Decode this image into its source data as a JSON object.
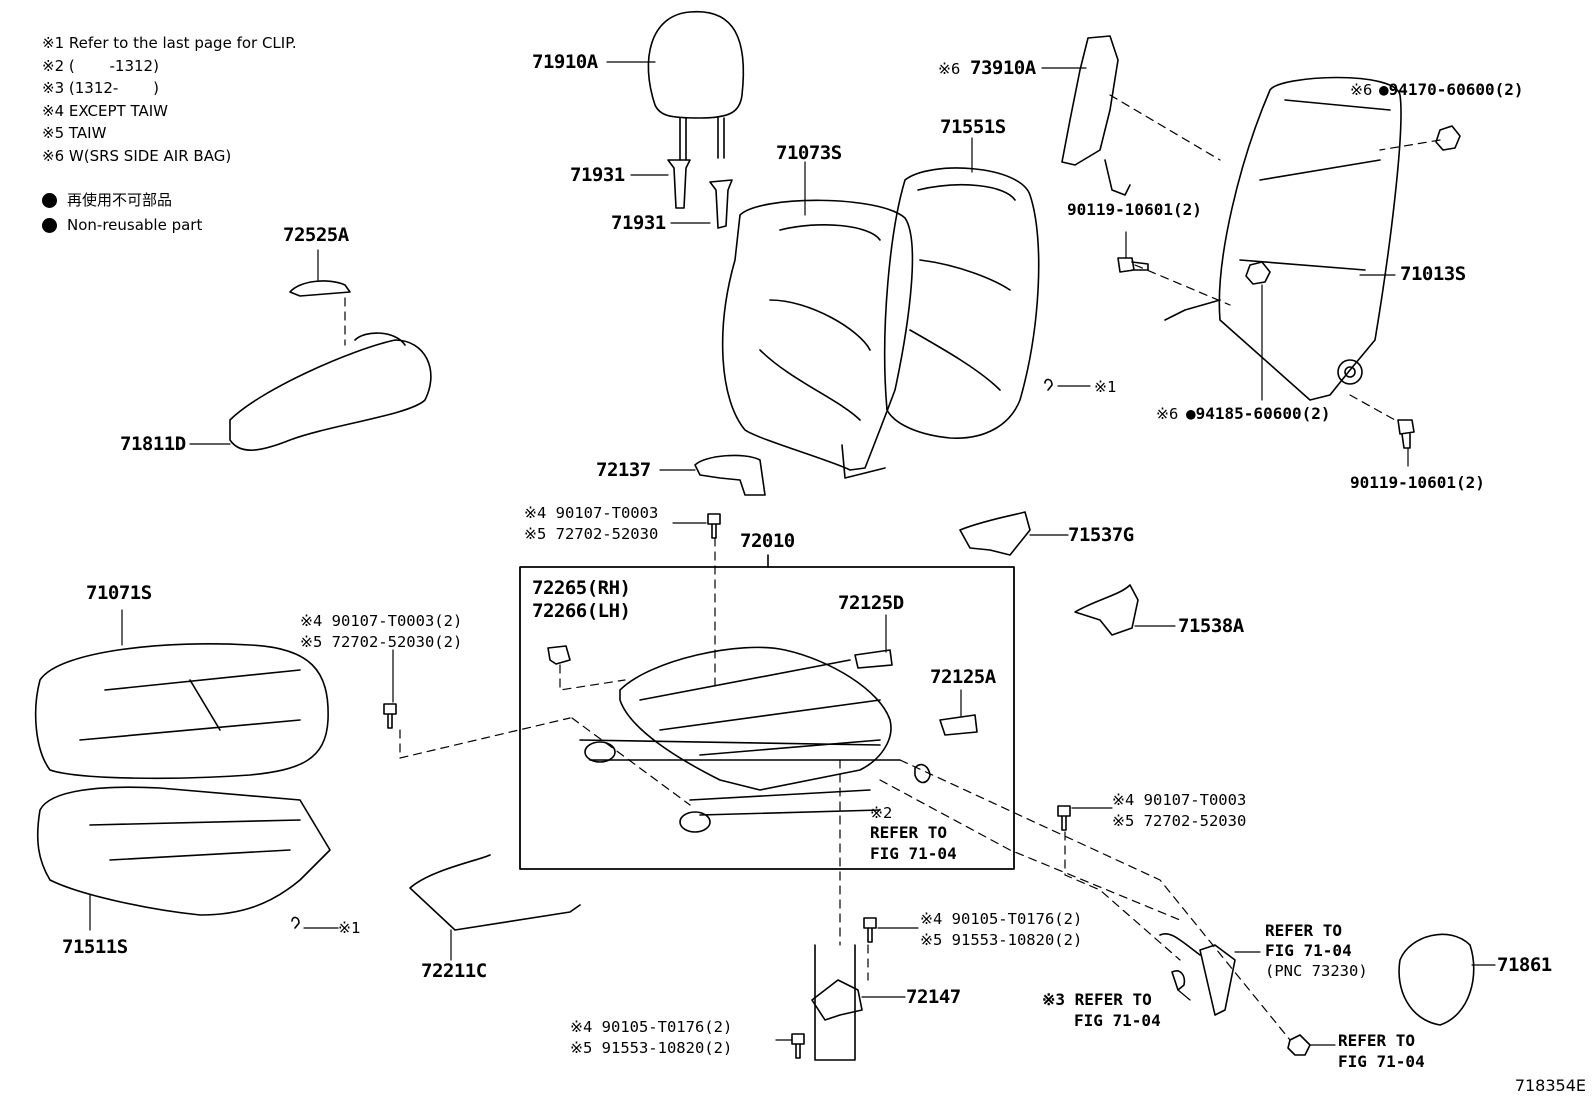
{
  "notes": [
    "※1 Refer to the last page for CLIP.",
    "※2 (　　 -1312)",
    "※3 (1312-　　 )",
    "※4 EXCEPT TAIW",
    "※5 TAIW",
    "※6 W(SRS SIDE AIR BAG)"
  ],
  "legend": {
    "jp": "再使用不可部品",
    "en": "Non-reusable part"
  },
  "parts": {
    "p71910A": "71910A",
    "p71931a": "71931",
    "p71931b": "71931",
    "p71073S": "71073S",
    "p71551S": "71551S",
    "p73910A": "73910A",
    "n6_73910A": "※6",
    "p94170": "●94170-60600(2)",
    "n6_94170": "※6",
    "p90119a": "90119-10601(2)",
    "p71013S": "71013S",
    "p94185": "●94185-60600(2)",
    "n6_94185": "※6",
    "p90119b": "90119-10601(2)",
    "clip1a": "※1",
    "p72525A": "72525A",
    "p71811D": "71811D",
    "p72137": "72137",
    "b4a": "※4 90107-T0003",
    "b5a": "※5 72702-52030",
    "p72010": "72010",
    "p71537G": "71537G",
    "p72265": "72265(RH)",
    "p72266": "72266(LH)",
    "p72125D": "72125D",
    "p72125A": "72125A",
    "p71538A": "71538A",
    "p71071S": "71071S",
    "b4b": "※4 90107-T0003(2)",
    "b5b": "※5 72702-52030(2)",
    "ref2a": "※2",
    "ref2b": "REFER TO",
    "ref2c": "FIG 71-04",
    "b4c": "※4 90107-T0003",
    "b5c": "※5 72702-52030",
    "p71511S": "71511S",
    "clip1b": "※1",
    "p72211C": "72211C",
    "b4d": "※4 90105-T0176(2)",
    "b5d": "※5 91553-10820(2)",
    "p72147": "72147",
    "b4e": "※4 90105-T0176(2)",
    "b5e": "※5 91553-10820(2)",
    "refA1": "REFER TO",
    "refA2": "FIG 71-04",
    "refA3": "(PNC 73230)",
    "p71861": "71861",
    "ref3a": "※3 REFER TO",
    "ref3b": "FIG 71-04",
    "refB1": "REFER TO",
    "refB2": "FIG 71-04"
  },
  "figure_id": "718354E"
}
